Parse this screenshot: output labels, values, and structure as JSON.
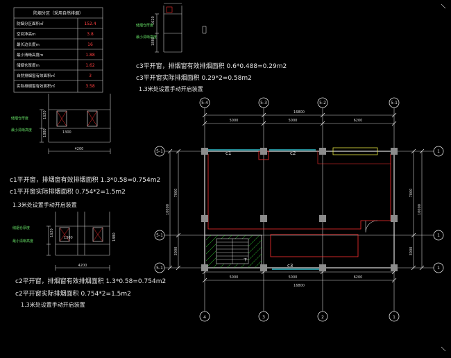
{
  "colors": {
    "background": "#000000",
    "line": "#d9d9d9",
    "red": "#ff3030",
    "green": "#33dd33",
    "cyan": "#33ddee",
    "yellow": "#e8e840",
    "column": "#8c8c8c"
  },
  "table": {
    "header": "防烟分区（采用自然排烟）",
    "rows": [
      {
        "label": "防烟分区面积㎡",
        "value": "152.4"
      },
      {
        "label": "空间净高m",
        "value": "3.8"
      },
      {
        "label": "最长边长度m",
        "value": "16"
      },
      {
        "label": "最小清晰高度m",
        "value": "1.88"
      },
      {
        "label": "储烟仓厚度m",
        "value": "1.62"
      },
      {
        "label": "自然排烟窗有效面积㎡",
        "value": "3"
      },
      {
        "label": "实际排烟窗有效面积㎡",
        "value": "3.58"
      }
    ]
  },
  "details": {
    "top": {
      "labels": [
        "储烟仓厚度",
        "最小清晰高度"
      ],
      "dims": [
        "1620",
        "1880"
      ]
    },
    "mid": {
      "labels": [
        "储烟仓厚度",
        "最小清晰高度"
      ],
      "dims": [
        "1620",
        "1880"
      ],
      "width": "4200",
      "inner": "1300"
    },
    "lower": {
      "labels": [
        "储烟仓厚度",
        "最小清晰高度"
      ],
      "dims": [
        "1620",
        "1880"
      ],
      "width": "4200",
      "inner": "1300"
    }
  },
  "notes": {
    "c3": [
      "c3平开窗，排烟窗有效排烟面积 0.6*0.488=0.29m2",
      "c3平开窗实际排烟面积 0.29*2=0.58m2",
      "1.3米处设置手动开启装置"
    ],
    "c1": [
      "c1平开窗，排烟窗有效排烟面积 1.3*0.58=0.754m2",
      "c1平开窗实际排烟面积 0.754*2=1.5m2",
      "1.3米处设置手动开启装置"
    ],
    "c2": [
      "c2平开窗，排烟窗有效排烟面积 1.3*0.58=0.754m2",
      "c2平开窗实际排烟面积 0.754*2=1.5m2",
      "1.3米处设置手动开启装置"
    ]
  },
  "plan": {
    "top_axes": [
      "5-4",
      "5-3",
      "5-2",
      "5-1"
    ],
    "bottom_axes": [
      "4",
      "3",
      "2",
      "1"
    ],
    "left_axes": [
      "5-1",
      "5-1",
      "5-1"
    ],
    "right_axes": [
      "1",
      "1",
      "1"
    ],
    "top_dims": {
      "total": "16800",
      "segments": [
        "5000",
        "5000",
        "6200"
      ]
    },
    "bottom_dims": {
      "total": "16800",
      "segments": [
        "5000",
        "5000",
        "6200"
      ]
    },
    "left_dims": {
      "total": "10000",
      "segments": [
        "7000",
        "3000"
      ]
    },
    "right_dims": {
      "total": "10000",
      "segments": [
        "7000",
        "3000"
      ]
    },
    "window_labels": {
      "c1": "c1",
      "c2": "c2",
      "c3": "c3"
    },
    "stair_mark": "下"
  }
}
